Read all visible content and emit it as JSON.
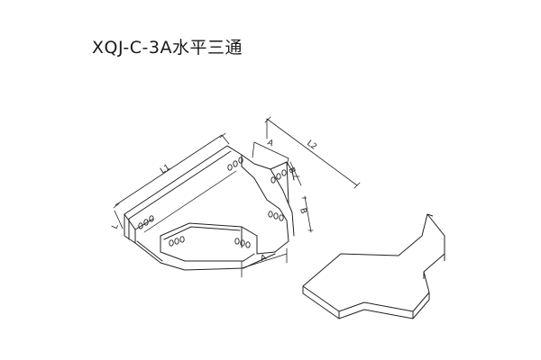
{
  "title": "XQJ-C-3A水平三通",
  "dimensions": {
    "l1": "L1",
    "l2": "L2",
    "l": "L",
    "a_top": "A",
    "a_bottom": "A",
    "b_upper": "B",
    "b_lower": "B"
  }
}
